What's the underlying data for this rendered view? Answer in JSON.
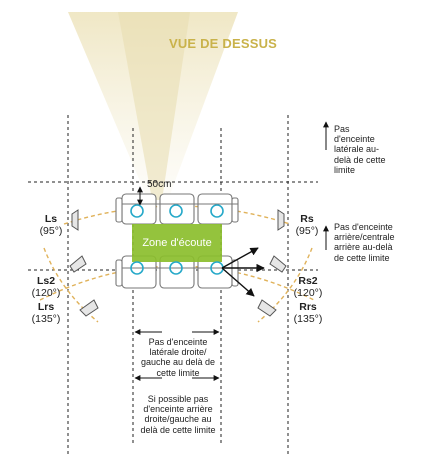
{
  "title": "VUE DE DESSUS",
  "listening_zone_label": "Zone d'écoute",
  "distance_label": "50cm",
  "speakers": {
    "ls": {
      "name": "Ls",
      "angle": "(95°)"
    },
    "rs": {
      "name": "Rs",
      "angle": "(95°)"
    },
    "ls2": {
      "name": "Ls2",
      "angle": "(120°)"
    },
    "rs2": {
      "name": "Rs2",
      "angle": "(120°)"
    },
    "lrs": {
      "name": "Lrs",
      "angle": "(135°)"
    },
    "rrs": {
      "name": "Rrs",
      "angle": "(135°)"
    }
  },
  "notes": {
    "no_side_beyond": [
      "Pas",
      "d'enceinte",
      "latérale au-",
      "delà de cette",
      "limite"
    ],
    "no_rear_beyond": [
      "Pas d'enceinte",
      "arrière/centrale",
      "arrière au-delà",
      "de cette limite"
    ],
    "no_side_lr_beyond": [
      "Pas d'enceinte",
      "latérale droite/",
      "gauche au delà de",
      "cette limite"
    ],
    "no_rear_lr_beyond": [
      "Si possible pas",
      "d'enceinte arrière",
      "droite/gauche au",
      "delà de cette limite"
    ]
  },
  "colors": {
    "title": "#c9b24a",
    "zone": "#8bbe2d",
    "seat_marker": "#27a9c9",
    "arc": "#e0b25a",
    "speaker_fill": "#e6e6e6"
  }
}
